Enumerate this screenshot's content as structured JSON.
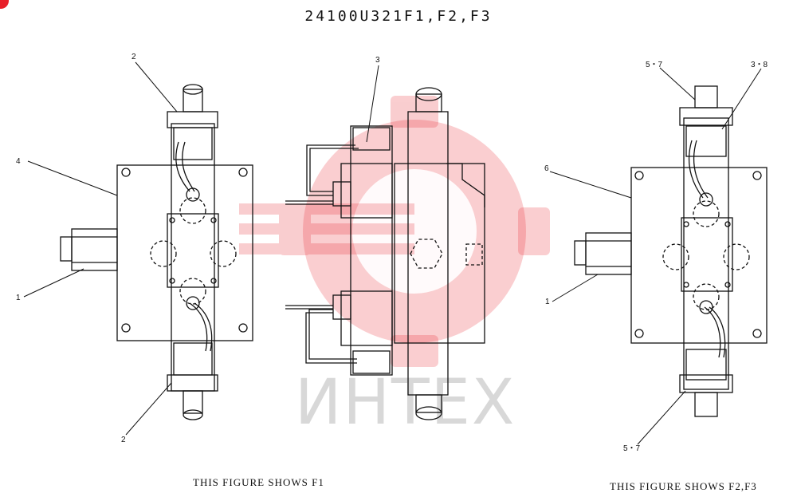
{
  "title": "24100U321F1,F2,F3",
  "captions": {
    "left": "THIS FIGURE SHOWS  F1",
    "right": "THIS FIGURE SHOWS  F2,F3"
  },
  "callouts": {
    "left_top": "2",
    "left_side": "4",
    "left_bottom_side": "1",
    "left_bottom": "2",
    "center_top": "3",
    "right_top_left": "5・7",
    "right_top_right": "3・8",
    "right_side": "6",
    "right_bottom_side": "1",
    "right_bottom": "5・7"
  },
  "watermark": {
    "text": "ИНТЕХ",
    "color": "#e8202a"
  },
  "colors": {
    "line": "#111111",
    "accent": "#e8202a"
  }
}
